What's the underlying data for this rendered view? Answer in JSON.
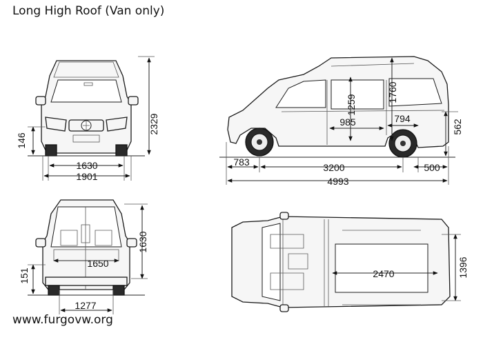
{
  "title": "Long High Roof (Van only)",
  "watermark": "www.furgovw.org",
  "front_view": {
    "height": "2329",
    "ground_clearance": "146",
    "track_width": "1630",
    "overall_width": "1901"
  },
  "rear_view": {
    "height": "1630",
    "interior_width": "1650",
    "sill_height": "151",
    "between_arches": "1277"
  },
  "side_view": {
    "door_opening_height": "1259",
    "interior_height": "1760",
    "door_opening_width": "985",
    "rear_door_width": "794",
    "load_sill_height": "562",
    "front_overhang": "783",
    "wheelbase": "3200",
    "rear_overhang": "500",
    "overall_length": "4993"
  },
  "top_view": {
    "cargo_length": "2470",
    "cargo_width": "1396"
  },
  "colors": {
    "line": "#1a1a1a",
    "text": "#111111"
  }
}
